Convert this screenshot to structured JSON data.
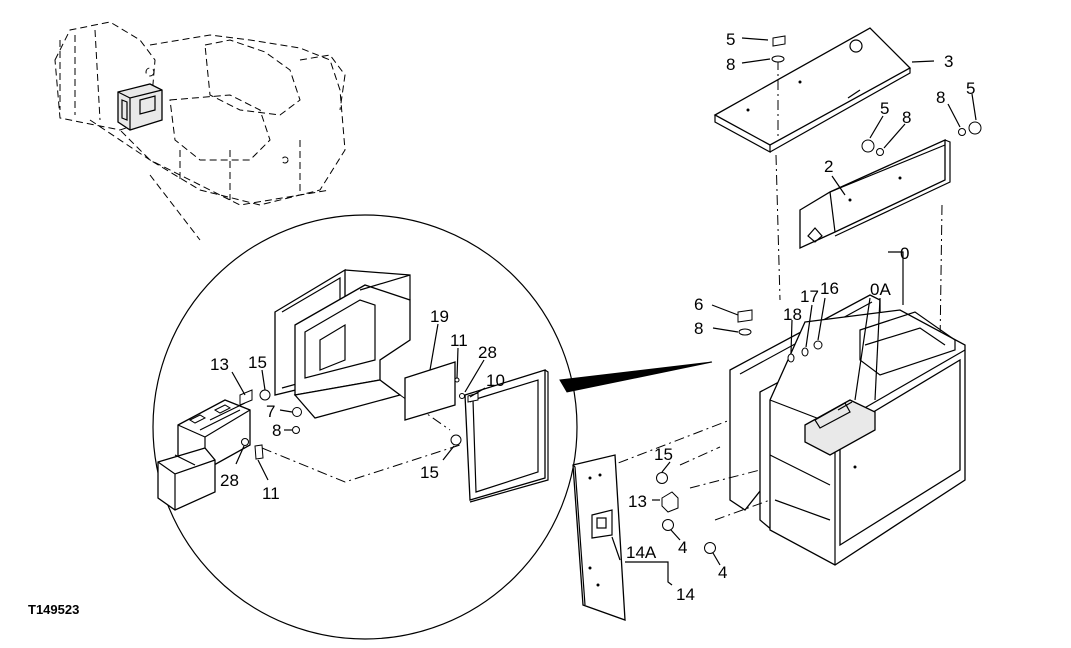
{
  "figure_id": "T149523",
  "callouts": {
    "c5a": "5",
    "c8a": "8",
    "c3": "3",
    "c5b": "5",
    "c8b": "8",
    "c8c": "8",
    "c5c": "5",
    "c2": "2",
    "c0": "0",
    "c0A": "0A",
    "c16": "16",
    "c17": "17",
    "c18": "18",
    "c6": "6",
    "c8d": "8",
    "c15a": "15",
    "c13a": "13",
    "c4a": "4",
    "c4b": "4",
    "c14A": "14A",
    "c14": "14",
    "c19": "19",
    "c11a": "11",
    "c28a": "28",
    "c10": "10",
    "c13b": "13",
    "c15b": "15",
    "c7": "7",
    "c8e": "8",
    "c28b": "28",
    "c11b": "11",
    "c15c": "15"
  }
}
